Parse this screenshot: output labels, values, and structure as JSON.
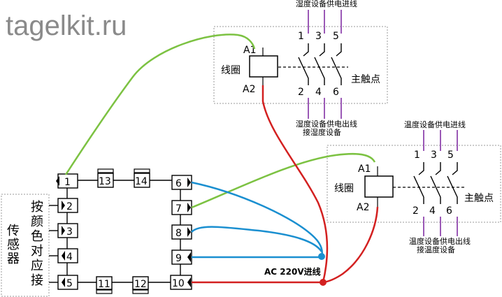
{
  "watermark": "tagelkit.ru",
  "relay1": {
    "coil_label": "线圈",
    "a1": "A1",
    "a2": "A2",
    "main_contacts": "主触点",
    "top_caption": "湿度设备供电进线",
    "bottom_caption_1": "湿度设备供电出线",
    "bottom_caption_2": "接湿度设备",
    "top_terminals": [
      "1",
      "3",
      "5"
    ],
    "bottom_terminals": [
      "2",
      "4",
      "6"
    ]
  },
  "relay2": {
    "coil_label": "线圈",
    "a1": "A1",
    "a2": "A2",
    "main_contacts": "主触点",
    "top_caption": "温度设备供电进线",
    "bottom_caption_1": "温度设备供电出线",
    "bottom_caption_2": "接温度设备",
    "top_terminals": [
      "1",
      "3",
      "5"
    ],
    "bottom_terminals": [
      "2",
      "4",
      "6"
    ]
  },
  "controller": {
    "left_terminals": [
      "1",
      "2",
      "3",
      "4",
      "5"
    ],
    "right_terminals": [
      "6",
      "7",
      "8",
      "9",
      "10"
    ],
    "top_terminals": [
      "13",
      "14"
    ],
    "bottom_terminals": [
      "11",
      "12"
    ]
  },
  "sensor": {
    "title_chars": [
      "传",
      "感",
      "器"
    ],
    "note_chars": [
      "按",
      "颜",
      "色",
      "对",
      "应",
      "接"
    ]
  },
  "power_label": "AC 220V进线",
  "colors": {
    "green_wire": "#7cc242",
    "red_wire": "#d32020",
    "blue_wire": "#1a8fd0",
    "purple_wire": "#9b59b6",
    "watermark": "#8a8a8a"
  }
}
